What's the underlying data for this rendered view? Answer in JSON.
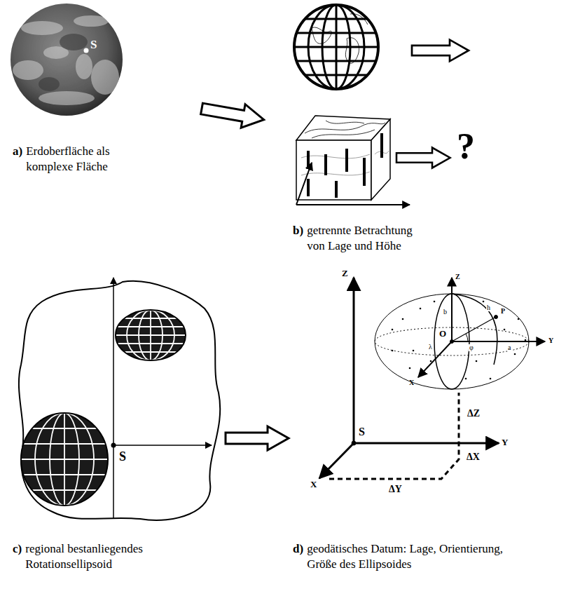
{
  "diagram": {
    "labels": [
      "S",
      "?",
      "S",
      "Z",
      "Y",
      "X",
      "S",
      "ΔZ",
      "ΔY",
      "ΔX",
      "Z",
      "O",
      "b",
      "h",
      "P",
      "φ",
      "λ",
      "a",
      "Y",
      "X",
      "a)",
      "Erdoberfläche als komplexe Fläche",
      "b)",
      "getrennte Betrachtung von Lage und Höhe",
      "c)",
      "regional bestanliegendes Rotationsellipsoid",
      "d)",
      "geodätisches Datum: Lage, Orientierung, Größe des Ellipsoides"
    ]
  }
}
